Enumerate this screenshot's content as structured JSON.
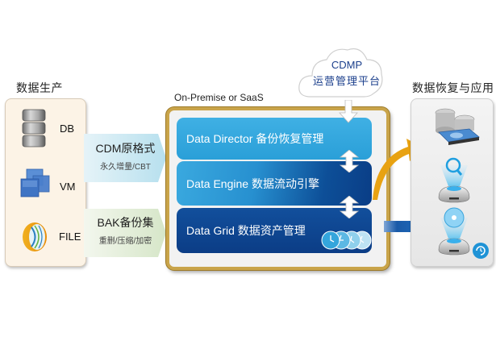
{
  "left_section": {
    "title": "数据生产",
    "sources": [
      {
        "label": "DB",
        "icon": "database-icon"
      },
      {
        "label": "VM",
        "icon": "virtual-machine-icon"
      },
      {
        "label": "FILE",
        "icon": "file-icon"
      }
    ]
  },
  "ribbons": [
    {
      "title": "CDM原格式",
      "subtitle": "永久增量/CBT",
      "color": "#bfe3ef"
    },
    {
      "title": "BAK备份集",
      "subtitle": "重删/压缩/加密",
      "color": "#dde9d3"
    }
  ],
  "platform": {
    "caption": "On-Premise or SaaS",
    "cloud": {
      "line1": "CDMP",
      "line2": "运营管理平台"
    },
    "layers": [
      {
        "label": "Data Director 备份恢复管理"
      },
      {
        "label": "Data Engine 数据流动引擎"
      },
      {
        "label": "Data Grid 数据资产管理"
      }
    ],
    "frame_color": "#c9a44a"
  },
  "right_section": {
    "title": "数据恢复与应用",
    "items": [
      {
        "icon": "database-disk-icon"
      },
      {
        "icon": "search-projector-icon"
      },
      {
        "icon": "disc-projector-icon"
      }
    ]
  },
  "colors": {
    "arrow_orange": "#e8a212",
    "arrow_blue": "#1a5aa8",
    "layer_light": "#2fa3db",
    "layer_dark": "#0b3d86"
  }
}
